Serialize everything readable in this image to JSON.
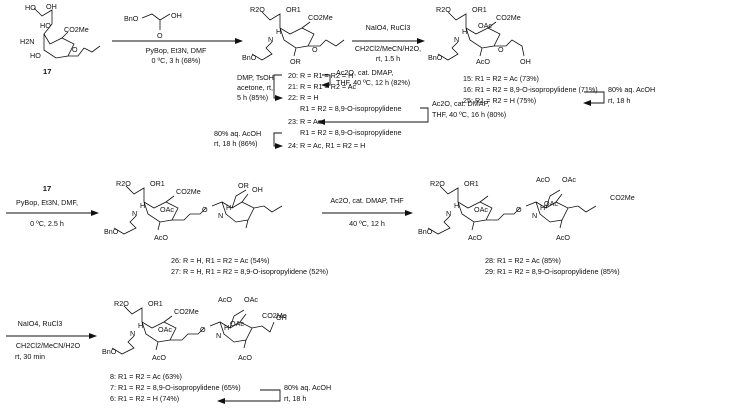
{
  "structures": {
    "s17": {
      "label": "17",
      "atoms": [
        "HO",
        "OH",
        "HO",
        "CO2Me",
        "H2N",
        "HO",
        "O"
      ]
    },
    "acid": {
      "atoms": [
        "BnO",
        "OH",
        "O"
      ]
    },
    "s20": {
      "atoms": [
        "R2O",
        "OR1",
        "CO2Me",
        "BnO",
        "N",
        "H",
        "OR",
        "O"
      ]
    },
    "s15": {
      "atoms": [
        "R2O",
        "OR1",
        "OAc",
        "CO2Me",
        "BnO",
        "N",
        "H",
        "AcO",
        "O",
        "OH"
      ]
    },
    "s26": {
      "atoms": [
        "R2O",
        "OR1",
        "H",
        "N",
        "BnO",
        "OAc",
        "AcO",
        "CO2Me",
        "OR",
        "OH",
        "O",
        "N",
        "H"
      ]
    },
    "s28": {
      "atoms": [
        "R2O",
        "OR1",
        "H",
        "N",
        "BnO",
        "OAc",
        "AcO",
        "CO2Me",
        "AcO",
        "OAc",
        "OAc",
        "AcO",
        "N",
        "H",
        "O"
      ]
    },
    "s8": {
      "atoms": [
        "R2O",
        "OR1",
        "H",
        "N",
        "BnO",
        "OAc",
        "AcO",
        "CO2Me",
        "AcO",
        "OAc",
        "OAc",
        "CO2Me",
        "AcO",
        "N",
        "H",
        "O",
        "OH"
      ]
    }
  },
  "steps": {
    "step1": [
      "PyBop, Et3N, DMF",
      "0 ºC, 3 h (68%)"
    ],
    "step_ox1": [
      "NaIO4, RuCl3",
      "CH2Cl2/MeCN/H2O,",
      "rt, 1.5 h"
    ],
    "step_ac1": [
      "Ac2O, cat. DMAP,",
      "THF, 40 ºC, 12 h (82%)"
    ],
    "step_dmp": [
      "DMP, TsOH",
      "acetone, rt,",
      "5 h (85%)"
    ],
    "step_ac2": [
      "Ac2O, cat. DMAP,",
      "THF, 40 ºC, 16 h (80%)"
    ],
    "step_aco1": [
      "80% aq. AcOH",
      "rt, 18 h (86%)"
    ],
    "step_aco2": [
      "80% aq. AcOH",
      "rt, 18 h"
    ],
    "step_coupling": [
      "17",
      "PyBop, Et3N, DMF,",
      "0 ºC, 2.5 h"
    ],
    "step_ac3": [
      "Ac2O, cat. DMAP, THF",
      "40 ºC, 12 h"
    ],
    "step_ox2": [
      "NaIO4, RuCl3",
      "CH2Cl2/MeCN/H2O",
      "rt, 30 min"
    ],
    "step_aco3": [
      "80% aq. AcOH",
      "rt, 18 h"
    ]
  },
  "compound_lists": {
    "list20": [
      "20: R = R1 = R2 = H",
      "21: R = R1 = R2 = Ac",
      "22: R = H",
      "R1 = R2 = 8,9-O-isopropylidene",
      "23: R = Ac",
      "R1 = R2 = 8,9-O-isopropylidene",
      "24: R = Ac, R1 = R2 = H"
    ],
    "list15": [
      "15: R1 = R2 = Ac (73%)",
      "16: R1 = R2 = 8,9-O-isopropylidene (71%)",
      "25: R1 = R2 = H (75%)"
    ],
    "list26": [
      "26: R = H, R1 = R2 = Ac (54%)",
      "27: R = H, R1 = R2 = 8,9-O-isopropylidene (52%)"
    ],
    "list28": [
      "28: R1 = R2 = Ac (85%)",
      "29: R1 = R2 = 8,9-O-isopropylidene (85%)"
    ],
    "list8": [
      "8: R1 = R2 = Ac (63%)",
      "7: R1 = R2 = 8,9-O-isopropylidene (65%)",
      "6: R1 = R2 = H (74%)"
    ]
  }
}
